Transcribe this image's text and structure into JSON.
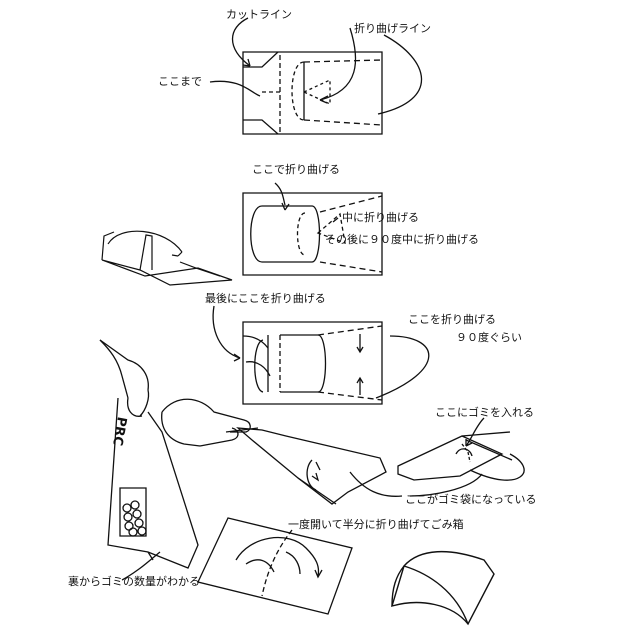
{
  "labels": {
    "cut_line": "カットライン",
    "fold_line": "折り曲げライン",
    "up_to_here": "ここまで",
    "fold_here": "ここで折り曲げる",
    "fold_inward": "中に折り曲げる",
    "then_fold_90": "その後に９０度中に折り曲げる",
    "finally_fold_here": "最後にここを折り曲げる",
    "fold_this": "ここを折り曲げる",
    "about_90": "９０度ぐらい",
    "put_trash_here": "ここにゴミを入れる",
    "becomes_bag": "ここがゴミ袋になっている",
    "open_fold_box": "一度開いて半分に折り曲げてごみ箱",
    "count_from_back": "裏からゴミの数量がわかる",
    "card_text": "PRC"
  }
}
